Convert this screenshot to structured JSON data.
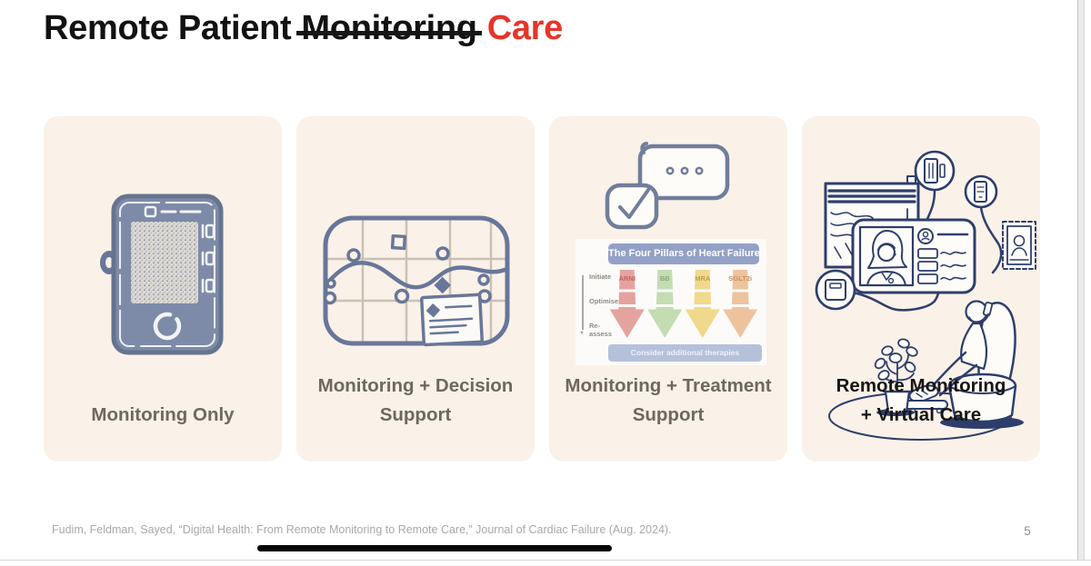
{
  "slide": {
    "title": {
      "prefix": "Remote Patient",
      "struck": "Monitoring",
      "accent": "Care"
    },
    "colors": {
      "accent_red": "#e63428",
      "card_bg": "#faf1e8",
      "sketch_slate": "#68769a",
      "sketch_navy": "#2e3e6b",
      "label_gray": "#6e685f",
      "label_black": "#181510"
    },
    "cards": [
      {
        "id": "monitoring-only",
        "icon": "patient-monitor-device-icon",
        "label_lines": [
          "Monitoring Only"
        ],
        "emphasized": false
      },
      {
        "id": "monitoring-decision-support",
        "icon": "map-route-markers-icon",
        "label_lines": [
          "Monitoring + Decision",
          "Support"
        ],
        "emphasized": false
      },
      {
        "id": "monitoring-treatment-support",
        "icon": "chat-bubble-checkmark-icon",
        "label_lines": [
          "Monitoring + Treatment",
          "Support"
        ],
        "emphasized": false
      },
      {
        "id": "remote-monitoring-virtual-care",
        "icon": "telehealth-patient-scene-icon",
        "label_lines": [
          "Remote Monitoring",
          "+ Virtual Care"
        ],
        "emphasized": true
      }
    ],
    "pillars_chart": {
      "type": "diagram",
      "title": "The Four Pillars of Heart Failure",
      "stages": [
        "Initiate",
        "Optimise",
        "Re-assess"
      ],
      "pillars": [
        {
          "label": "ARNI",
          "color": "#e5a3a0",
          "label_color": "#c4625c"
        },
        {
          "label": "BB",
          "color": "#c4dcb2",
          "label_color": "#8aa877"
        },
        {
          "label": "MRA",
          "color": "#f0d98c",
          "label_color": "#c29f43"
        },
        {
          "label": "SGLT2i",
          "color": "#edc39e",
          "label_color": "#cc8f5e"
        }
      ],
      "footer": "Consider additional therapies"
    },
    "footer": {
      "citation": "Fudim, Feldman, Sayed, “Digital Health: From Remote Monitoring to Remote Care,” Journal of Cardiac Failure (Aug. 2024).",
      "page_number": "5"
    }
  }
}
